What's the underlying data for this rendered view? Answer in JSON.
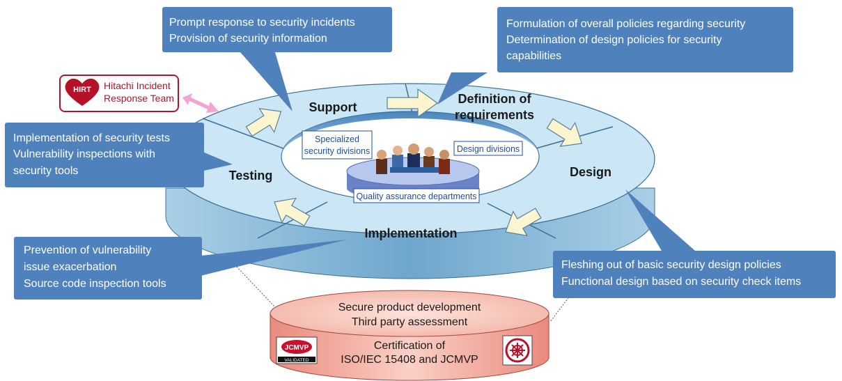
{
  "colors": {
    "callout_fill": "#4f81bd",
    "ring_top": "#c9e6f5",
    "ring_side": "#7fb3d6",
    "cylinder": "#f2a99e",
    "arrow_fill": "#fbf6cf",
    "hirt_red": "#b5122a"
  },
  "callouts": {
    "support": [
      "Prompt response to security incidents",
      "Provision of security information"
    ],
    "requirements": [
      "Formulation of overall policies regarding security",
      "Determination of design policies for security",
      "capabilities"
    ],
    "testing": [
      "Implementation of security tests",
      "Vulnerability inspections with",
      "security tools"
    ],
    "implementation": [
      "Prevention of vulnerability",
      "issue exacerbation",
      "Source code inspection tools"
    ],
    "design": [
      "Fleshing out of basic security design policies",
      "Functional design based on security check items"
    ]
  },
  "phases": {
    "support": "Support",
    "requirements": [
      "Definition of",
      "requirements"
    ],
    "design": "Design",
    "implementation": "Implementation",
    "testing": "Testing"
  },
  "center": {
    "specialized": [
      "Specialized",
      "security divisions"
    ],
    "design_divisions": "Design divisions",
    "quality": "Quality assurance departments"
  },
  "hirt": {
    "badge": "HIRT",
    "name": [
      "Hitachi Incident",
      "Response Team"
    ]
  },
  "cylinder": {
    "top": [
      "Secure product development",
      "Third party assessment"
    ],
    "bottom": [
      "Certification of",
      "ISO/IEC 15408 and JCMVP"
    ]
  },
  "logos": {
    "jcmvp": "JCMVP",
    "jcmvp_sub": "VALIDATED",
    "iso_icon": "cc-certification-icon"
  }
}
